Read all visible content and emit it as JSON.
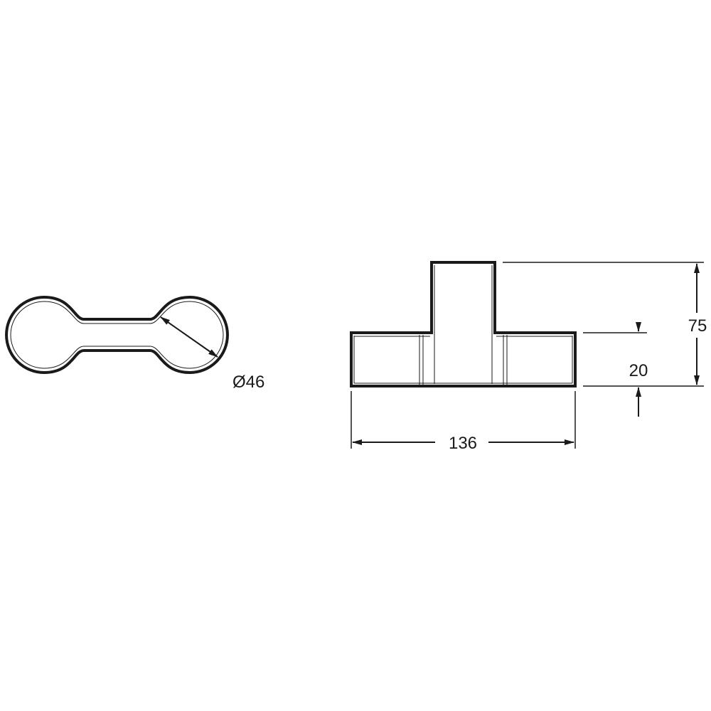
{
  "drawing": {
    "line_color": "#1a1a1a",
    "background": "#ffffff",
    "top_view": {
      "diameter_label": "Ø46"
    },
    "side_view": {
      "width_label": "136",
      "height_label": "75",
      "base_thickness_label": "20"
    }
  }
}
